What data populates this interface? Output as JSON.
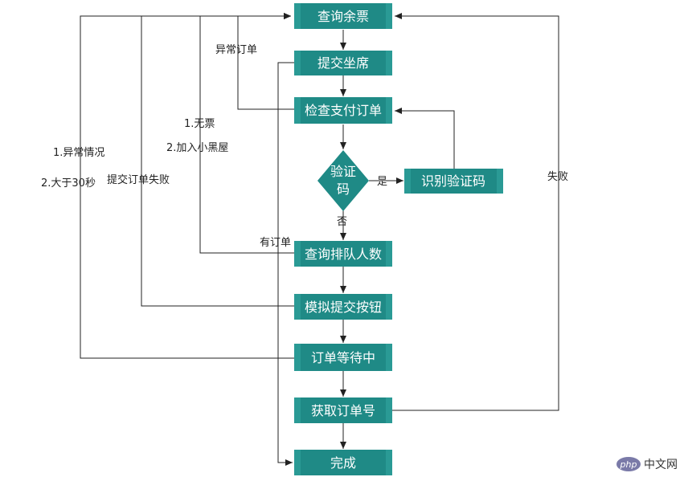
{
  "nodes": {
    "query_tickets": "查询余票",
    "submit_seat": "提交坐席",
    "check_payment": "检查支付订单",
    "captcha_1": "验证",
    "captcha_2": "码",
    "recognize_captcha": "识别验证码",
    "query_queue": "查询排队人数",
    "simulate_submit": "模拟提交按钮",
    "order_waiting": "订单等待中",
    "get_order_no": "获取订单号",
    "done": "完成"
  },
  "labels": {
    "abnormal_order": "异常订单",
    "no_ticket": "1.无票",
    "blacklist": "2.加入小黑屋",
    "abnormal_case": "1.异常情况",
    "over_30s": "2.大于30秒",
    "submit_failed": "提交订单失败",
    "yes": "是",
    "no": "否",
    "has_order": "有订单",
    "failed": "失败"
  },
  "watermark": {
    "logo": "php",
    "text": "中文网"
  },
  "colors": {
    "node_fill": "#1f8a86",
    "line": "#222222"
  }
}
